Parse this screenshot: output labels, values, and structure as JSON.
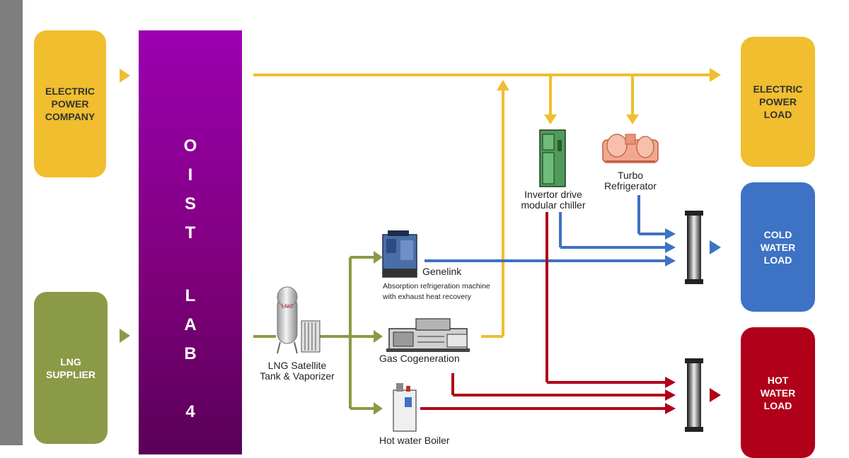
{
  "sources": {
    "electric": "ELECTRIC\nPOWER\nCOMPANY",
    "lng": "LNG\nSUPPLIER"
  },
  "lab": {
    "letters": [
      "O",
      "I",
      "S",
      "T",
      "L",
      "A",
      "B",
      "4"
    ]
  },
  "loads": {
    "electric": "ELECTRIC\nPOWER\nLOAD",
    "cold": "COLD\nWATER\nLOAD",
    "hot": "HOT\nWATER\nLOAD"
  },
  "equipment": {
    "chiller": "Invertor drive\nmodular chiller",
    "turbo": "Turbo\nRefrigerator",
    "genelink": "Genelink",
    "absorption": "Absorption refrigeration machine\nwith exhaust heat recovery",
    "lng_tank": "LNG Satellite\nTank & Vaporizer",
    "tank_mark": "LNG",
    "cogeneration": "Gas Cogeneration",
    "boiler": "Hot water Boiler"
  },
  "colors": {
    "electric": "#f0be2e",
    "gas": "#8a9a46",
    "cold": "#3e72c4",
    "hot": "#b0001a",
    "lab": "#8e00a0",
    "sidebar": "#7f7f7f"
  }
}
